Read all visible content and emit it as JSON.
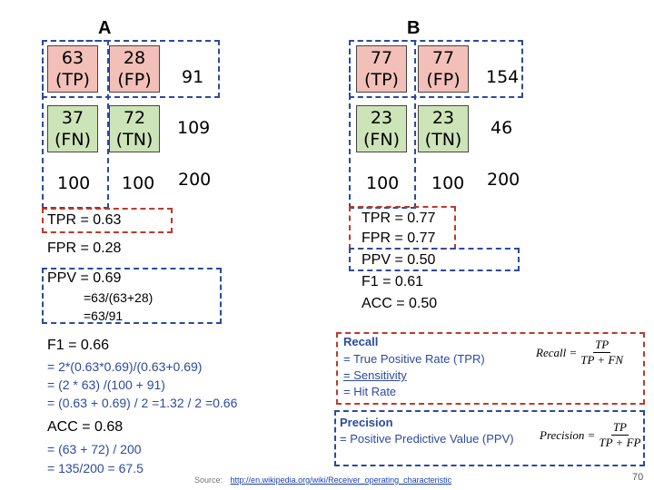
{
  "panel_a": {
    "label": "A",
    "tp": {
      "value": "63",
      "label": "(TP)"
    },
    "fp": {
      "value": "28",
      "label": "(FP)"
    },
    "fn": {
      "value": "37",
      "label": "(FN)"
    },
    "tn": {
      "value": "72",
      "label": "(TN)"
    },
    "row1_total": "91",
    "row2_total": "109",
    "col1_total": "100",
    "col2_total": "100",
    "grand_total": "200",
    "tpr": "TPR = 0.63",
    "fpr": "FPR = 0.28",
    "ppv": "PPV = 0.69",
    "ppv_calc1": "=63/(63+28)",
    "ppv_calc2": "=63/91",
    "f1": "F1 = 0.66",
    "f1_calc1": "= 2*(0.63*0.69)/(0.63+0.69)",
    "f1_calc2": "= (2 * 63) /(100 + 91)",
    "f1_calc3": "= (0.63 + 0.69) / 2 =1.32 / 2 =0.66",
    "acc": "ACC = 0.68",
    "acc_calc1": "= (63 + 72) / 200",
    "acc_calc2": "= 135/200 = 67.5"
  },
  "panel_b": {
    "label": "B",
    "tp": {
      "value": "77",
      "label": "(TP)"
    },
    "fp": {
      "value": "77",
      "label": "(FP)"
    },
    "fn": {
      "value": "23",
      "label": "(FN)"
    },
    "tn": {
      "value": "23",
      "label": "(TN)"
    },
    "row1_total": "154",
    "row2_total": "46",
    "col1_total": "100",
    "col2_total": "100",
    "grand_total": "200",
    "tpr": "TPR = 0.77",
    "fpr": "FPR = 0.77",
    "ppv": "PPV = 0.50",
    "f1": "F1 = 0.61",
    "acc": "ACC = 0.50"
  },
  "recall_box": {
    "title": "Recall",
    "line1": "= True Positive Rate (TPR)",
    "line2": "= Sensitivity",
    "line3": "= Hit Rate",
    "formula_lhs": "Recall =",
    "formula_num": "TP",
    "formula_den": "TP + FN"
  },
  "precision_box": {
    "title": "Precision",
    "line1": "= Positive Predictive Value (PPV)",
    "formula_lhs": "Precision =",
    "formula_num": "TP",
    "formula_den": "TP + FP"
  },
  "footer": {
    "source_label": "Source:",
    "source_url": "http://en.wikipedia.org/wiki/Receiver_operating_characteristic",
    "page_number": "70"
  }
}
